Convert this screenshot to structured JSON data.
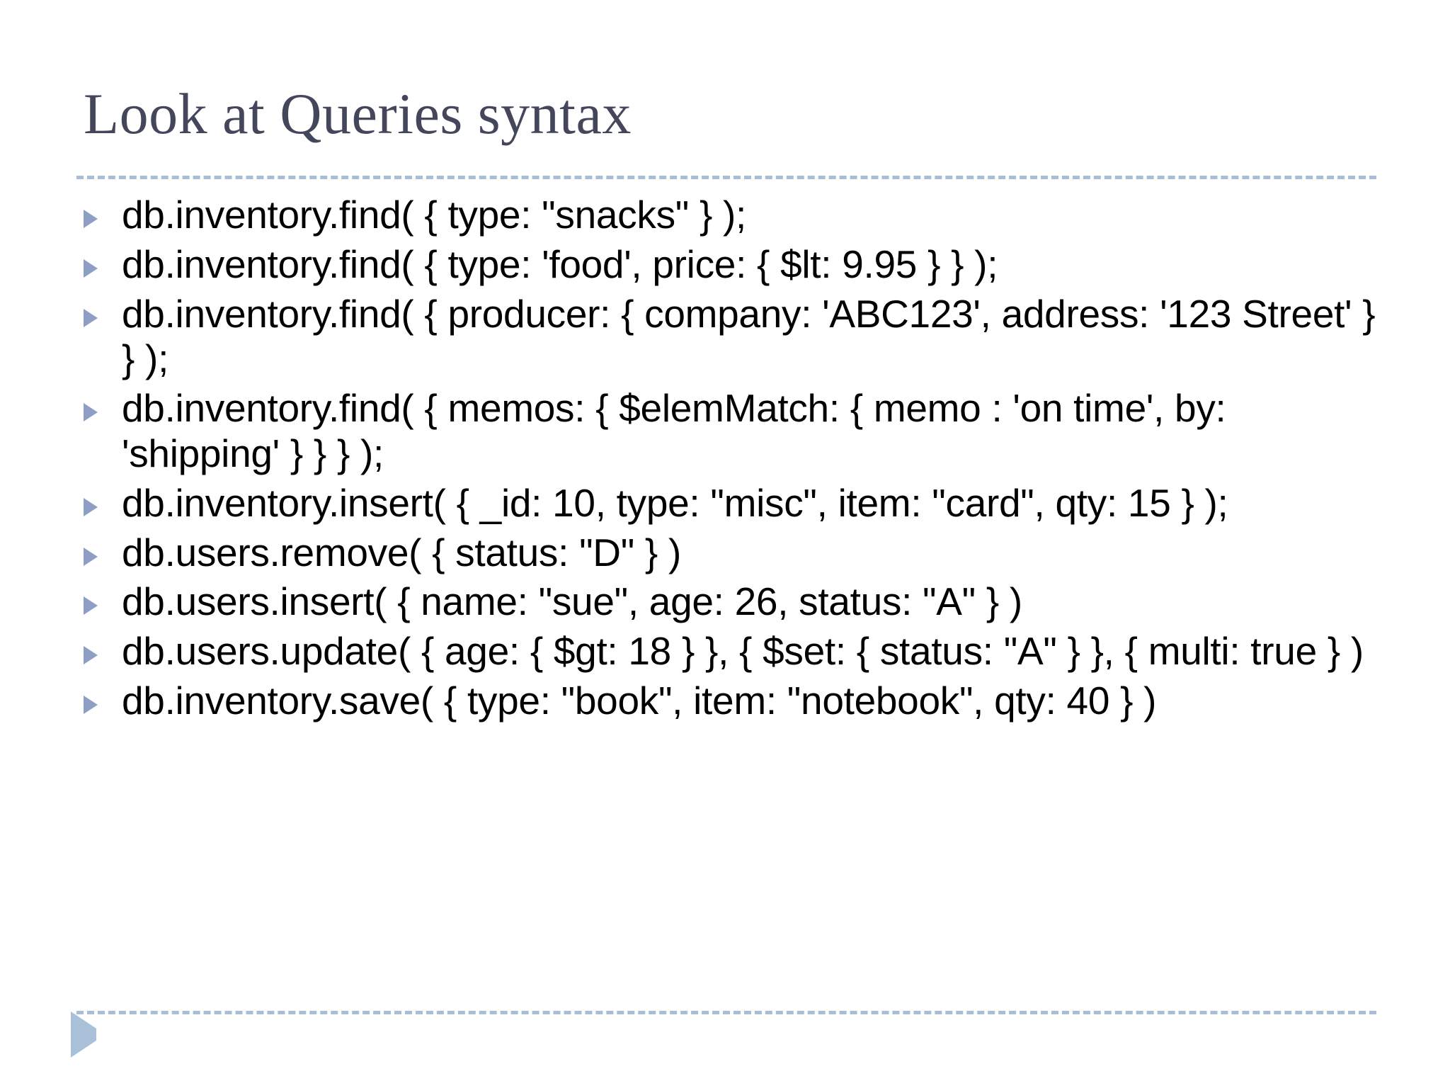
{
  "slide": {
    "title": "Look at Queries syntax",
    "title_color": "#44475c",
    "rule_color": "#a9bdd6",
    "bullet_marker_color": "#8e9ec4",
    "bottom_marker_color": "#a8c0d8",
    "background_color": "#ffffff",
    "bullets": [
      {
        "text": "db.inventory.find( { type: \"snacks\" } );"
      },
      {
        "text": "db.inventory.find( { type: 'food', price: { $lt: 9.95 } } );"
      },
      {
        "text": "db.inventory.find( { producer: { company: 'ABC123', address: '123 Street' } } );"
      },
      {
        "text": "db.inventory.find( { memos: { $elemMatch: { memo : 'on time', by: 'shipping' } } } );"
      },
      {
        "text": "db.inventory.insert( { _id: 10, type: \"misc\", item: \"card\", qty: 15 } );"
      },
      {
        "text": "db.users.remove( { status: \"D\" } )"
      },
      {
        "text": "db.users.insert( { name: \"sue\", age: 26, status: \"A\" } )"
      },
      {
        "text": "db.users.update( { age: { $gt: 18 } }, { $set: { status: \"A\" } }, { multi: true } )"
      },
      {
        "text": "db.inventory.save( { type: \"book\", item: \"notebook\", qty: 40 } )"
      }
    ],
    "bottom_marker_icon": "play-triangle-icon"
  }
}
